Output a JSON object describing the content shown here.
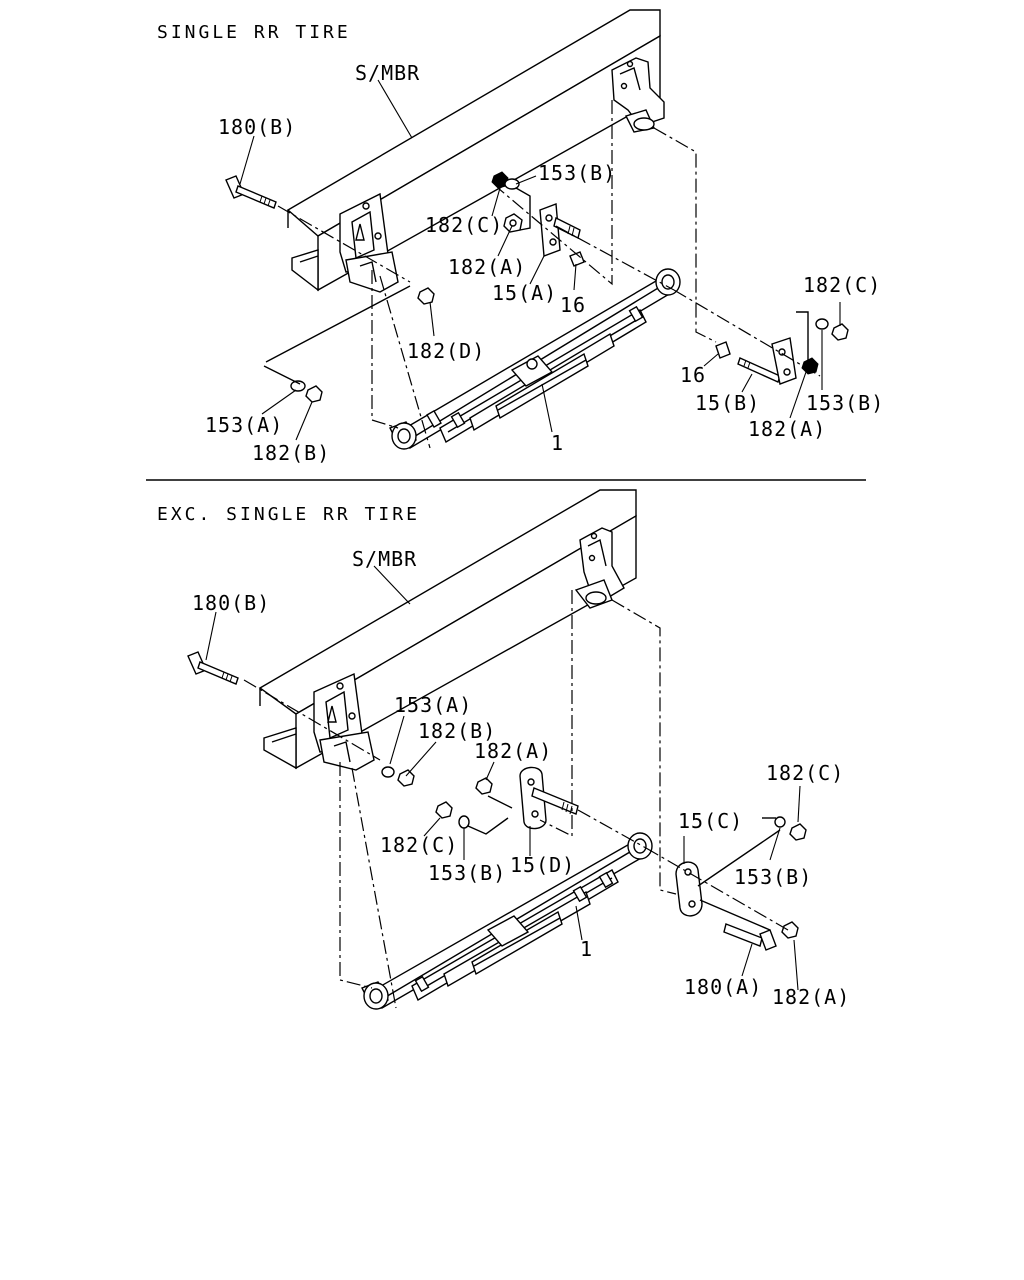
{
  "sections": [
    {
      "title": "SINGLE RR TIRE",
      "labels": {
        "smbr": "S/MBR",
        "bolt_180b": "180(B)",
        "washer_153b_top": "153(B)",
        "nut_182c_left": "182(C)",
        "nut_182a_left": "182(A)",
        "shackle_15a": "15(A)",
        "pin_16_left": "16",
        "nut_182d": "182(D)",
        "washer_153a": "153(A)",
        "nut_182b": "182(B)",
        "spring_1": "1",
        "nut_182c_right": "182(C)",
        "pin_16_right": "16",
        "shackle_15b": "15(B)",
        "washer_153b_right": "153(B)",
        "nut_182a_right": "182(A)"
      }
    },
    {
      "title": "EXC. SINGLE RR TIRE",
      "labels": {
        "smbr": "S/MBR",
        "bolt_180b": "180(B)",
        "washer_153a": "153(A)",
        "nut_182b": "182(B)",
        "nut_182a_left": "182(A)",
        "nut_182c_left": "182(C)",
        "washer_153b_left": "153(B)",
        "shackle_15d": "15(D)",
        "spring_1": "1",
        "shackle_15c": "15(C)",
        "nut_182c_right": "182(C)",
        "washer_153b_right": "153(B)",
        "bolt_180a": "180(A)",
        "nut_182a_right": "182(A)"
      }
    }
  ]
}
